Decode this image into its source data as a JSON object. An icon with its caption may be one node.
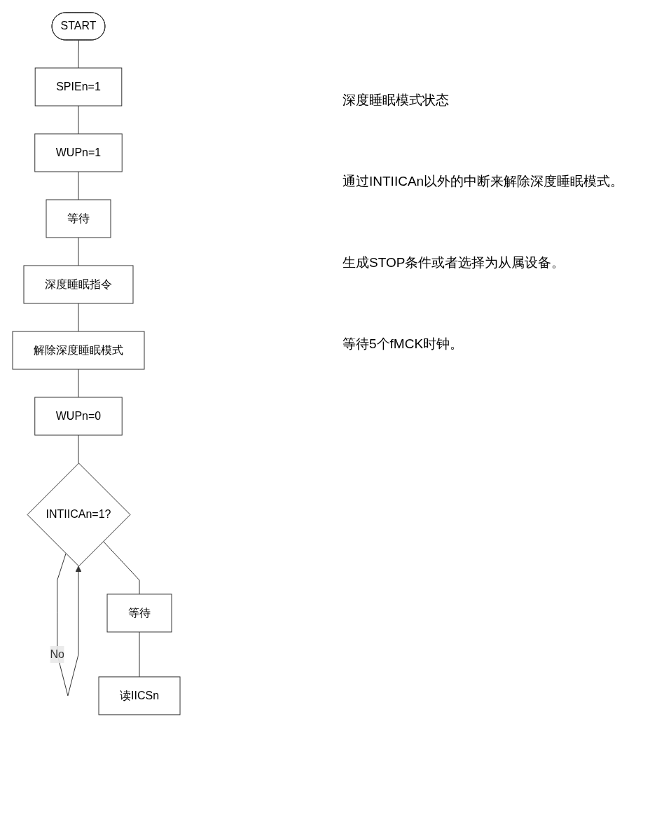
{
  "diagram": {
    "nodes": [
      {
        "text": [
          "START"
        ]
      },
      {
        "text": [
          "SPIEn=1"
        ]
      },
      {
        "text": [
          "WUPn=1"
        ]
      },
      {
        "text": [
          "等待"
        ]
      },
      {
        "text": [
          "深度睡眠指令"
        ]
      },
      {
        "text": [
          "解除深度睡眠模式"
        ]
      },
      {
        "text": [
          "WUPn=0"
        ]
      },
      {
        "text": [
          "INTIICAn=1?"
        ]
      },
      {
        "text": [
          "等待"
        ]
      },
      {
        "text": [
          "读IICSn"
        ]
      }
    ],
    "edges": [
      {
        "from": 0,
        "to": 1,
        "arrow": "none"
      },
      {
        "from": 1,
        "to": 2,
        "arrow": "none"
      },
      {
        "from": 2,
        "to": 3,
        "arrow": "none"
      },
      {
        "from": 3,
        "to": 4,
        "arrow": "none"
      },
      {
        "from": 4,
        "to": 5,
        "arrow": "none"
      },
      {
        "from": 5,
        "to": 6,
        "arrow": "none"
      },
      {
        "from": 6,
        "to": 7,
        "arrow": "none"
      },
      {
        "from": 7,
        "to": 7,
        "arrow": "to",
        "label": "No"
      },
      {
        "from": 7,
        "to": 8,
        "arrow": "none"
      },
      {
        "from": 8,
        "to": 9,
        "arrow": "none"
      }
    ],
    "labels": [
      "深度睡眠模式状态",
      "通过INTIICAn以外的中断来解除深度睡眠模式。",
      "生成STOP条件或者选择为从属设备。",
      "等待5个fMCK时钟。"
    ]
  }
}
